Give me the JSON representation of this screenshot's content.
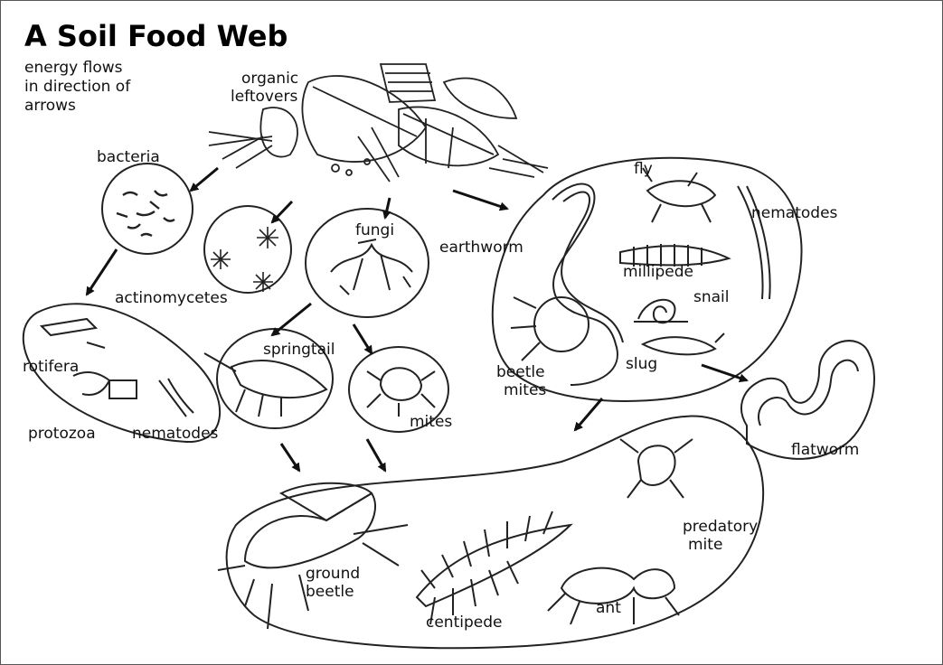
{
  "title": "A Soil Food Web",
  "note": [
    "energy flows",
    "in direction of",
    "arrows"
  ],
  "labels": {
    "organic": [
      "organic",
      "leftovers"
    ],
    "bacteria": "bacteria",
    "actinomycetes": "actinomycetes",
    "fungi": "fungi",
    "earthworm": "earthworm",
    "fly": "fly",
    "nematodes_right": "nematodes",
    "millipede": "millipede",
    "snail": "snail",
    "slug": "slug",
    "beetle_mites": [
      "beetle",
      "mites"
    ],
    "rotifera": "rotifera",
    "protozoa": "protozoa",
    "nematodes_left": "nematodes",
    "springtail": "springtail",
    "mites": "mites",
    "flatworm": "flatworm",
    "predatory_mite": [
      "predatory",
      "mite"
    ],
    "ground_beetle": [
      "ground",
      "beetle"
    ],
    "centipede": "centipede",
    "ant": "ant"
  }
}
